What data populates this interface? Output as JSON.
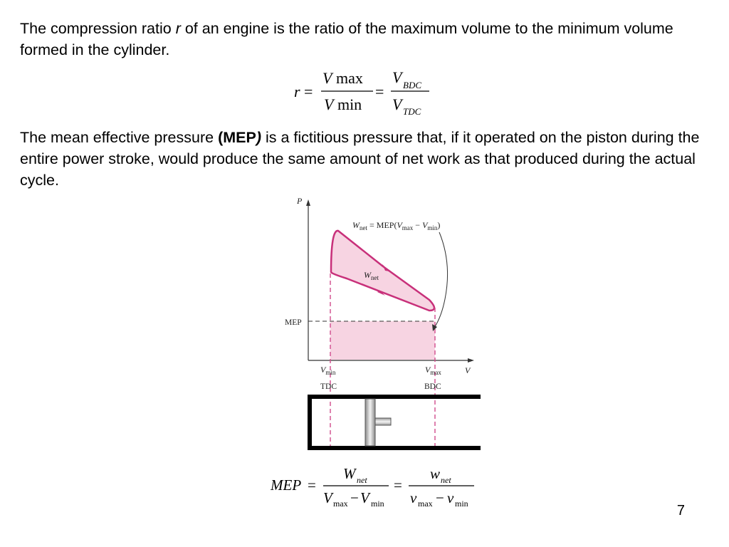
{
  "paragraph1": {
    "before_var": "The compression ratio ",
    "var": "r",
    "after_var": " of an engine is the ratio of the maximum volume to the minimum volume formed in the cylinder."
  },
  "ratio_equation": {
    "lhs": "r",
    "equals": "=",
    "num1_v": "V",
    "num1_sub": " max",
    "den1_v": "V",
    "den1_sub": " min",
    "num2_v": "V",
    "num2_sub": "BDC",
    "den2_v": "V",
    "den2_sub": "TDC"
  },
  "paragraph2": {
    "before_bold": "The mean effective pressure ",
    "bold": "(MEP",
    "italic_paren": ")",
    "after": " is a fictitious pressure that, if it operated on the piston during the entire power stroke, would produce the same amount of net work as that produced during the actual cycle."
  },
  "figure": {
    "axis_p": "P",
    "axis_v": "V",
    "mep_label": "MEP",
    "wnet_label_w": "W",
    "wnet_label_sub": "net",
    "annot_w": "W",
    "annot_net": "net",
    "annot_eq": " = MEP(",
    "annot_v1": "V",
    "annot_max": "max",
    "annot_minus": " − ",
    "annot_v2": "V",
    "annot_min": "min",
    "annot_close": ")",
    "vmin_v": "V",
    "vmin_sub": "min",
    "vmax_v": "V",
    "vmax_sub": "max",
    "tdc": "TDC",
    "bdc": "BDC",
    "colors": {
      "cycle": "#c8307a",
      "fill": "#f7d4e2",
      "dash": "#d04b8c"
    }
  },
  "mep_equation": {
    "lhs": "MEP",
    "equals1": "=",
    "num1_w": "W",
    "num1_sub": "net",
    "den1_v1": "V",
    "den1_max": "max",
    "den1_minus": "−",
    "den1_v2": "V",
    "den1_min": "min",
    "equals2": "=",
    "num2_w": "w",
    "num2_sub": "net",
    "den2_v1": "v",
    "den2_max": "max",
    "den2_minus": "−",
    "den2_v2": "v",
    "den2_min": "min"
  },
  "page_number": "7"
}
